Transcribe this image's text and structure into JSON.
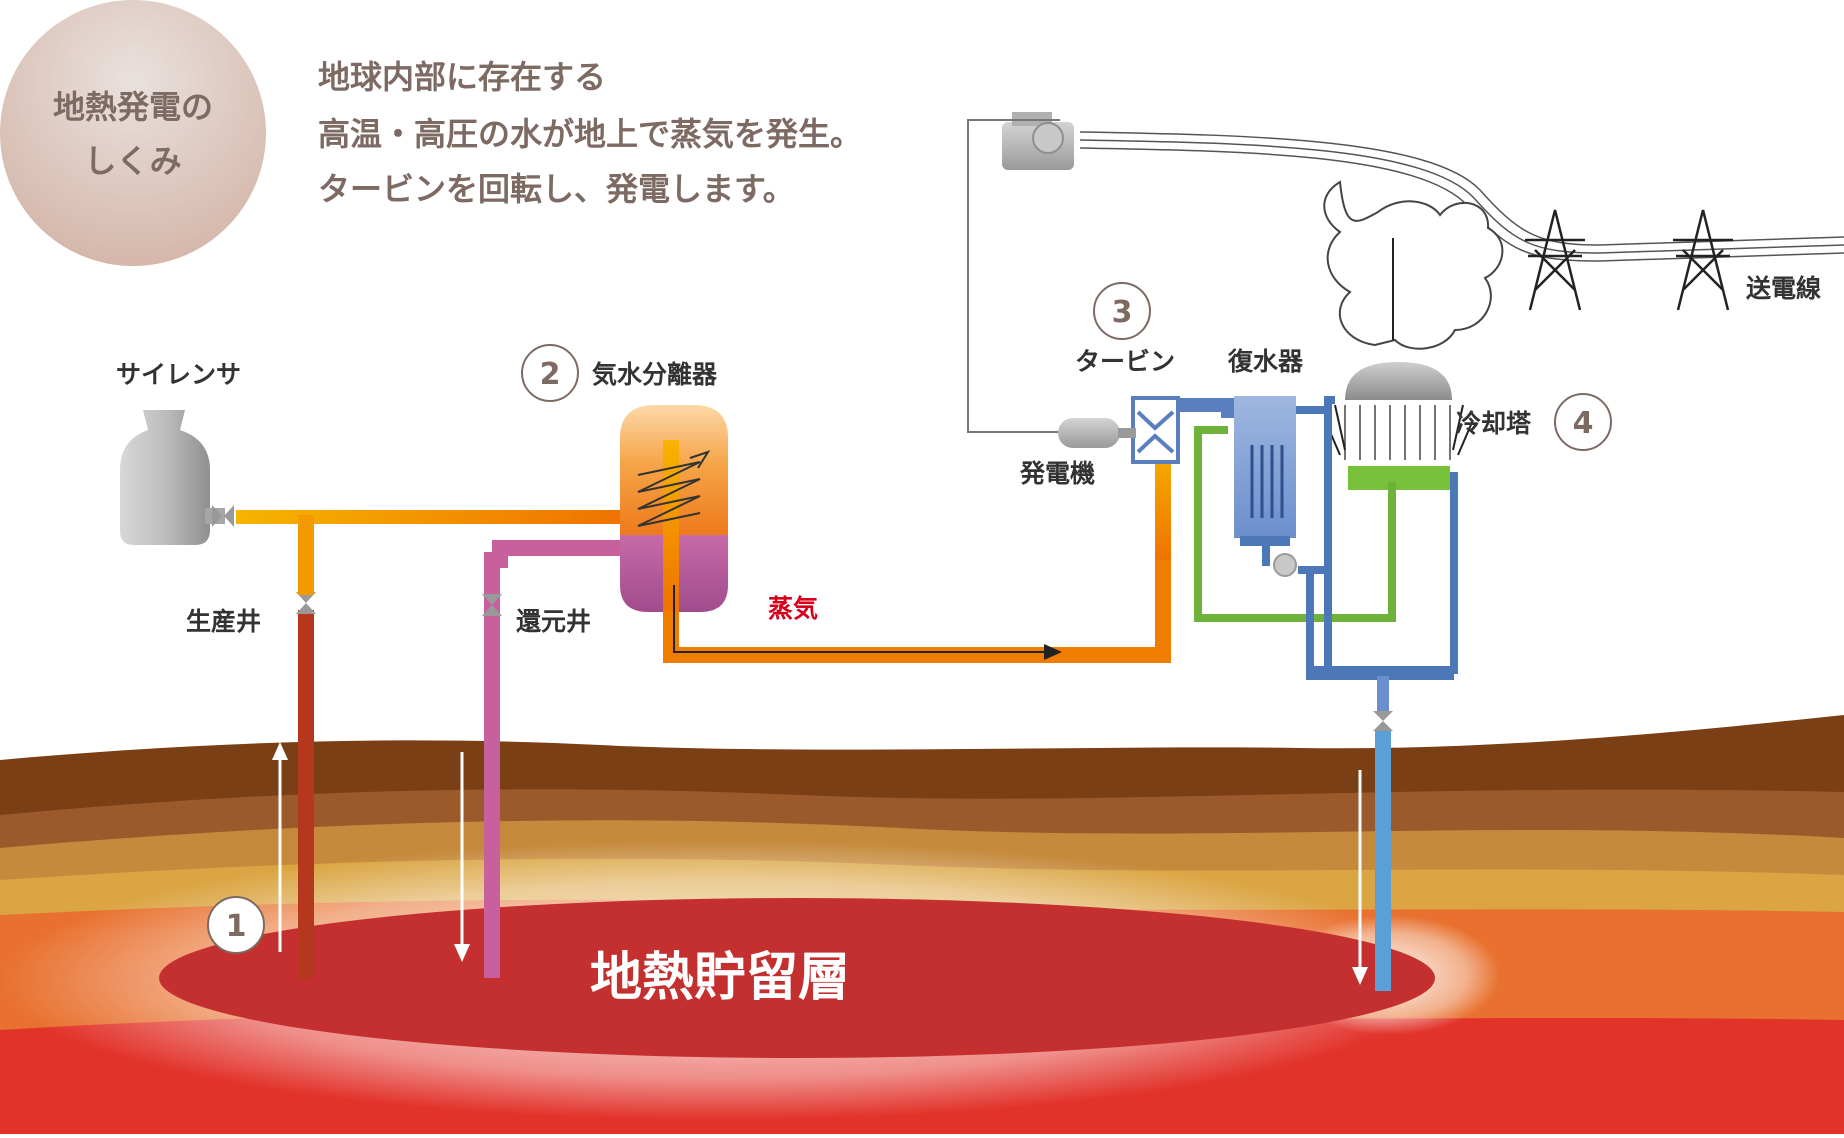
{
  "badge": {
    "line1": "地熱発電の",
    "line2": "しくみ"
  },
  "description": [
    "地球内部に存在する",
    "高温・高圧の水が地上で蒸気を発生。",
    "タービンを回転し、発電します。"
  ],
  "labels": {
    "silencer": "サイレンサ",
    "separator": "気水分離器",
    "turbine": "タービン",
    "condenser": "復水器",
    "cooling_tower": "冷却塔",
    "generator": "発電機",
    "power_line": "送電線",
    "production_well": "生産井",
    "reinjection_well": "還元井",
    "steam": "蒸気",
    "reservoir": "地熱貯留層"
  },
  "steps": {
    "step1": "1",
    "step2": "2",
    "step3": "3",
    "step4": "4"
  },
  "colors": {
    "badge_text": "#7d6a63",
    "steam_pipe": "#f08a00",
    "return_pipe": "#c8609e",
    "production_well": "#b5381e",
    "cooling_pipe": "#4d78b8",
    "green_pipe": "#6fb23a",
    "steam_label": "#d6001c",
    "reservoir": "#c43030"
  }
}
